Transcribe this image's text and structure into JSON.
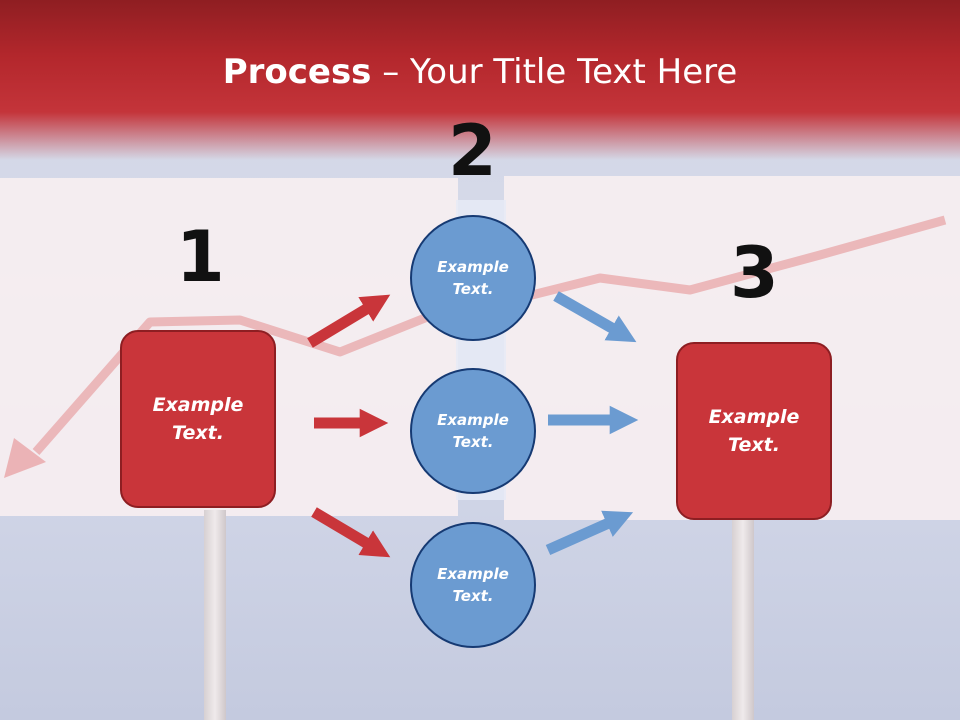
{
  "slide": {
    "title_bold": "Process",
    "title_rest": " – Your Title Text Here"
  },
  "steps": {
    "one": {
      "number": "1",
      "box_text": "Example Text."
    },
    "two": {
      "number": "2",
      "circles": [
        "Example Text.",
        "Example Text.",
        "Example Text."
      ]
    },
    "three": {
      "number": "3",
      "box_text": "Example Text."
    }
  },
  "colors": {
    "header_red": "#b3272c",
    "box_red": "#c9353a",
    "circle_blue": "#6b9bd1",
    "arrow_red": "#c9353a",
    "arrow_blue": "#6b9bd1"
  }
}
